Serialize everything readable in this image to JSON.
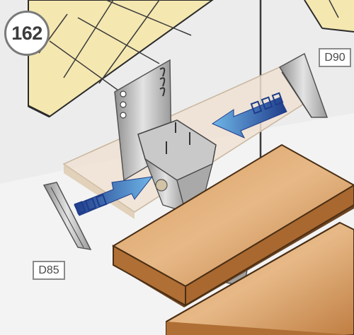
{
  "step_number": "162",
  "callouts": {
    "top_right": "D90",
    "bottom_left": "D85"
  },
  "colors": {
    "tile": "#f4e7b0",
    "grout": "#2b2b2b",
    "wall": "#ededed",
    "plank": "#efe2d2",
    "tread": "#c98a4e",
    "tread_edge": "#5a3a1c",
    "metal": "#b8b8b8",
    "arrow": "#2f6fc6"
  }
}
